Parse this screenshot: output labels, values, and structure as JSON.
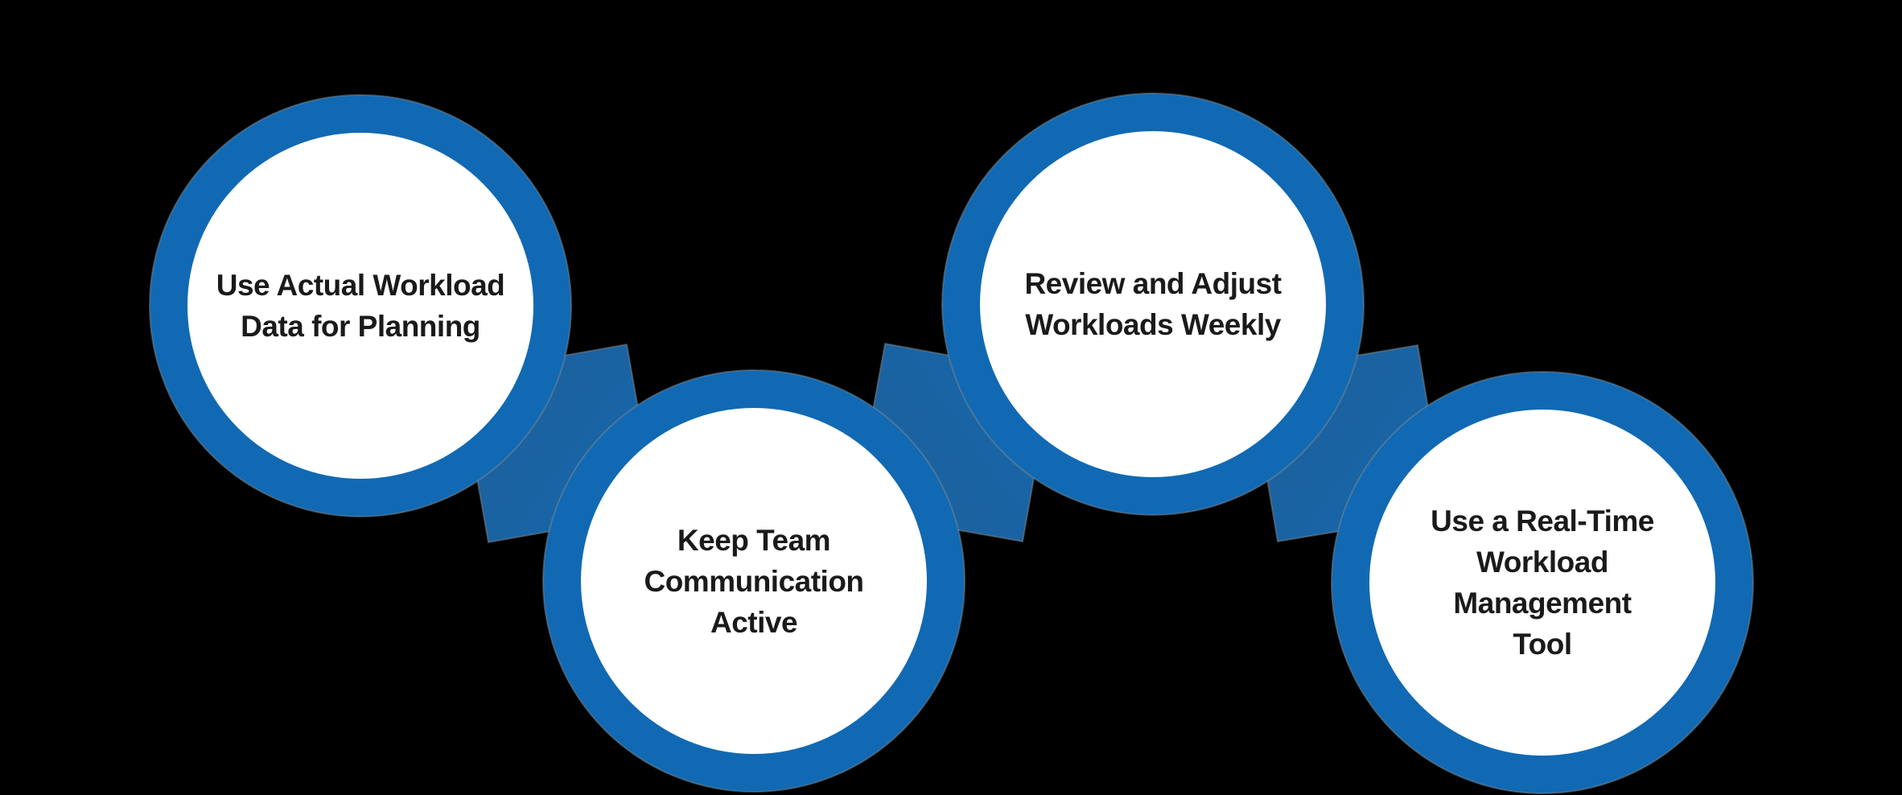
{
  "diagram": {
    "title": "Workload management tips chain diagram",
    "colors": {
      "background": "#000000",
      "ring_blue": "#1169b3",
      "connector_dark": "#235d92",
      "node_fill": "#ffffff",
      "text": "#1a1a1a",
      "halo_gray": "#8c8c8c"
    },
    "nodes": [
      {
        "id": "node-1",
        "lines": [
          "Use Actual Workload",
          "Data for Planning"
        ]
      },
      {
        "id": "node-2",
        "lines": [
          "Keep Team",
          "Communication",
          "Active"
        ]
      },
      {
        "id": "node-3",
        "lines": [
          "Review and Adjust",
          "Workloads Weekly"
        ]
      },
      {
        "id": "node-4",
        "lines": [
          "Use a Real-Time",
          "Workload",
          "Management",
          "Tool"
        ]
      }
    ]
  }
}
